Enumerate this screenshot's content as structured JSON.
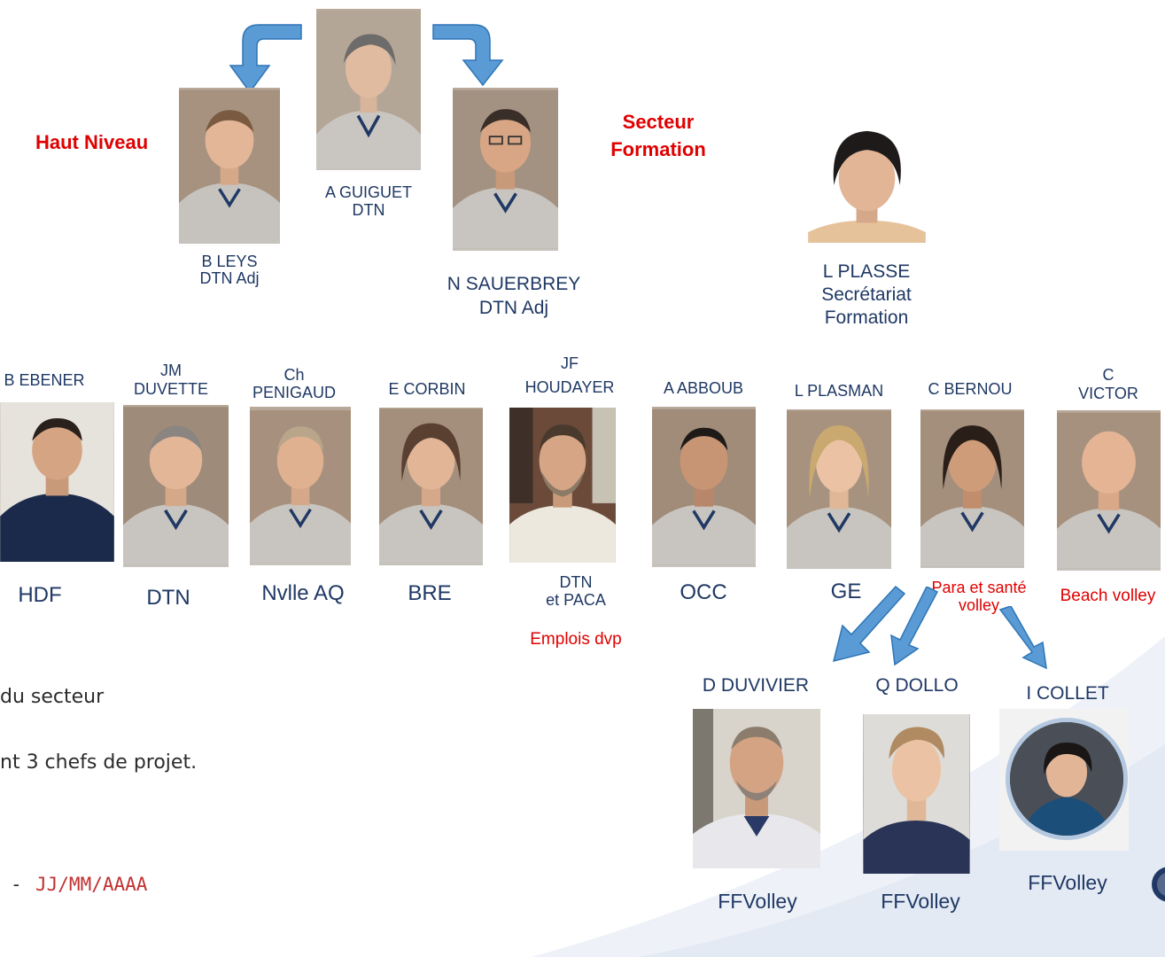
{
  "colors": {
    "navy": "#1f3864",
    "red": "#e00000",
    "arrow": "#5b9bd5",
    "arrow_border": "#2e75b6"
  },
  "top": {
    "haut_niveau": "Haut Niveau",
    "secteur": "Secteur",
    "formation": "Formation",
    "guiguet": {
      "name": "A GUIGUET",
      "role": "DTN"
    },
    "leys": {
      "name": "B LEYS",
      "role": "DTN Adj"
    },
    "sauerbrey": {
      "name": "N SAUERBREY",
      "role": "DTN Adj"
    },
    "plasse": {
      "name": "L PLASSE",
      "line2": "Secrétariat",
      "line3": "Formation"
    }
  },
  "row": {
    "ebener": {
      "name": "B EBENER",
      "region": "HDF"
    },
    "duvette": {
      "name1": "JM",
      "name2": "DUVETTE",
      "region": "DTN"
    },
    "penigaud": {
      "name1": "Ch",
      "name2": "PENIGAUD",
      "region": "Nvlle AQ"
    },
    "corbin": {
      "name": "E CORBIN",
      "region": "BRE"
    },
    "houdayer": {
      "name1": "JF",
      "name2": "HOUDAYER",
      "region1": "DTN",
      "region2": "et PACA",
      "extra": "Emplois dvp"
    },
    "abboub": {
      "name": "A ABBOUB",
      "region": "OCC"
    },
    "plasman": {
      "name": "L PLASMAN",
      "region": "GE"
    },
    "bernou": {
      "name": "C  BERNOU",
      "region1": "Para et santé",
      "region2": "volley"
    },
    "victor": {
      "name1": "C",
      "name2": "VICTOR",
      "region": "Beach volley"
    }
  },
  "bottom": {
    "duvivier": {
      "name": "D DUVIVIER",
      "org": "FFVolley"
    },
    "dollo": {
      "name": "Q DOLLO",
      "org": "FFVolley"
    },
    "collet": {
      "name": "I COLLET",
      "org": "FFVolley"
    }
  },
  "body_text": {
    "line1": "du secteur",
    "line2": "nt 3 chefs de projet.",
    "footer_dash": "-",
    "footer_date": "JJ/MM/AAAA"
  }
}
